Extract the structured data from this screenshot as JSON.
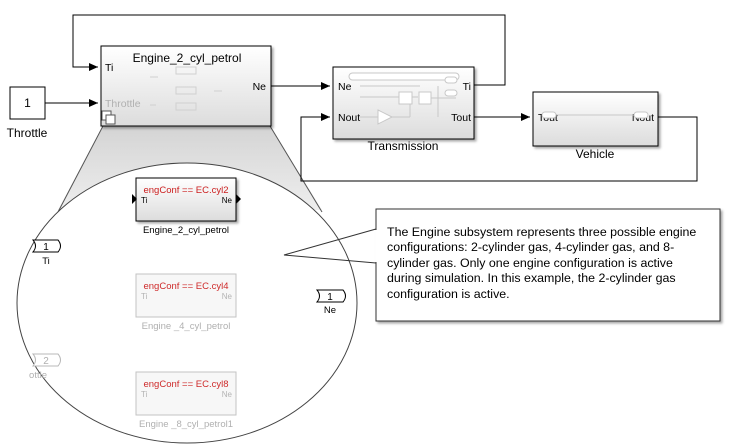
{
  "top": {
    "constant_value": "1",
    "constant_label": "Throttle",
    "engine": {
      "title": "Engine_2_cyl_petrol",
      "in_ti": "Ti",
      "in_throttle": "Throttle",
      "out_ne": "Ne"
    },
    "transmission": {
      "label": "Transmission",
      "in_ne": "Ne",
      "in_nout": "Nout",
      "out_ti": "Ti",
      "out_tout": "Tout"
    },
    "vehicle": {
      "label": "Vehicle",
      "in_tout": "Tout",
      "out_nout": "Nout"
    }
  },
  "zoom": {
    "inport1": {
      "number": "1",
      "label": "Ti"
    },
    "inport2": {
      "number": "2",
      "label": "ottle"
    },
    "outport1": {
      "number": "1",
      "label": "Ne"
    },
    "variants": [
      {
        "condition": "engConf == EC.cyl2",
        "in": "Ti",
        "out": "Ne",
        "name": "Engine_2_cyl_petrol",
        "active": true
      },
      {
        "condition": "engConf == EC.cyl4",
        "in": "Ti",
        "out": "Ne",
        "name": "Engine _4_cyl_petrol",
        "active": false
      },
      {
        "condition": "engConf == EC.cyl8",
        "in": "Ti",
        "out": "Ne",
        "name": "Engine _8_cyl_petrol1",
        "active": false
      }
    ]
  },
  "callout": {
    "text": "The Engine subsystem represents three possible engine configurations: 2-cylinder gas, 4-cylinder gas, and 8-cylinder gas. Only one engine configuration is active during simulation. In this example, the 2-cylinder gas configuration is active."
  }
}
